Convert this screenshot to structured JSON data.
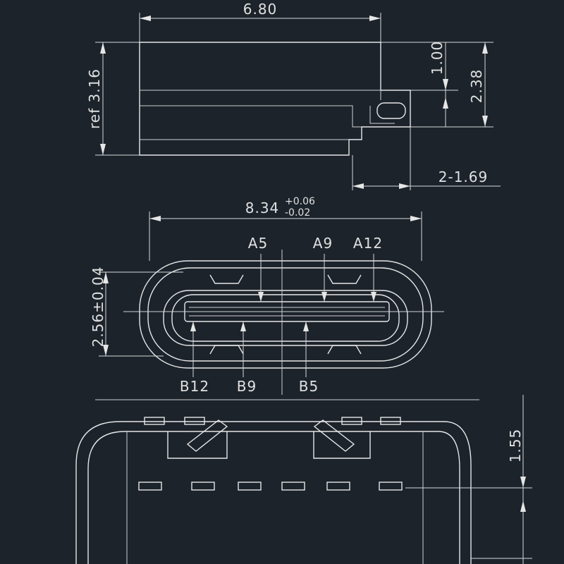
{
  "side_view": {
    "width_dim": "6.80",
    "height_dim": "ref 3.16",
    "dim_top_right": "1.00",
    "dim_right": "2.38",
    "dim_leg": "2-1.69"
  },
  "front_view": {
    "width_dim": "8.34",
    "width_tol_plus": "+0.06",
    "width_tol_minus": "-0.02",
    "height_dim": "2.56±0.04",
    "pins_top": [
      "A5",
      "A9",
      "A12"
    ],
    "pins_bottom": [
      "B12",
      "B9",
      "B5"
    ]
  },
  "bottom_view": {
    "height_dim": "1.55"
  },
  "colors": {
    "background": "#1c232b",
    "line": "#e6e6e6"
  }
}
